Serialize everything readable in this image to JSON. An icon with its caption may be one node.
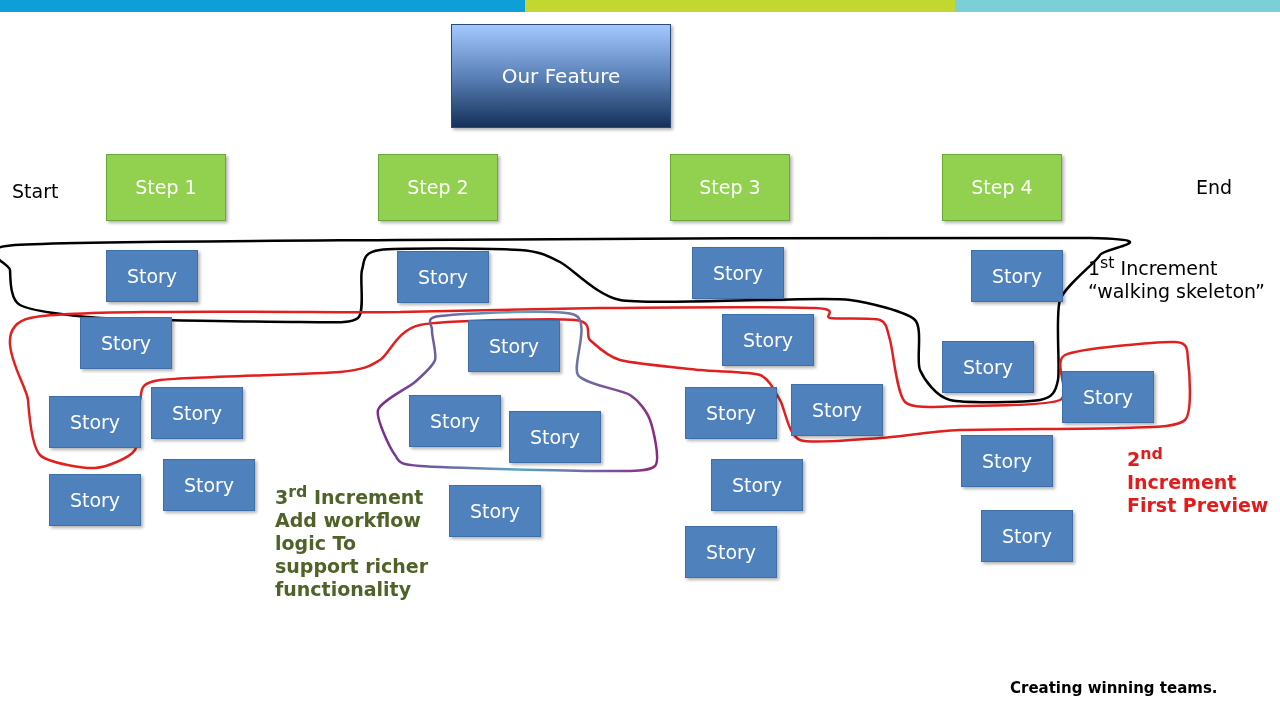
{
  "diagram": {
    "nodes": [
      {
        "text": [
          "Our Feature"
        ]
      },
      {
        "text": [
          "Step 1"
        ]
      },
      {
        "text": [
          "Step 2"
        ]
      },
      {
        "text": [
          "Step 3"
        ]
      },
      {
        "text": [
          "Step 4"
        ]
      },
      {
        "text": [
          "Story"
        ]
      },
      {
        "text": [
          "Story"
        ]
      },
      {
        "text": [
          "Story"
        ]
      },
      {
        "text": [
          "Story"
        ]
      },
      {
        "text": [
          "Story"
        ]
      },
      {
        "text": [
          "Story"
        ]
      },
      {
        "text": [
          "Story"
        ]
      },
      {
        "text": [
          "Story"
        ]
      },
      {
        "text": [
          "Story"
        ]
      },
      {
        "text": [
          "Story"
        ]
      },
      {
        "text": [
          "Story"
        ]
      },
      {
        "text": [
          "Story"
        ]
      },
      {
        "text": [
          "Story"
        ]
      },
      {
        "text": [
          "Story"
        ]
      },
      {
        "text": [
          "Story"
        ]
      },
      {
        "text": [
          "Story"
        ]
      },
      {
        "text": [
          "Story"
        ]
      },
      {
        "text": [
          "Story"
        ]
      },
      {
        "text": [
          "Story"
        ]
      },
      {
        "text": [
          "Story"
        ]
      },
      {
        "text": [
          "Story"
        ]
      },
      {
        "text": [
          "Story"
        ]
      }
    ],
    "labels": [
      "Start",
      "End",
      "1$^{st}$ Increment “walking skeleton”",
      "2$^{nd}$ Increment First Preview",
      "3$^{rd}$ Increment Add workflow logic To support richer functionality",
      "Creating winning teams."
    ]
  }
}
